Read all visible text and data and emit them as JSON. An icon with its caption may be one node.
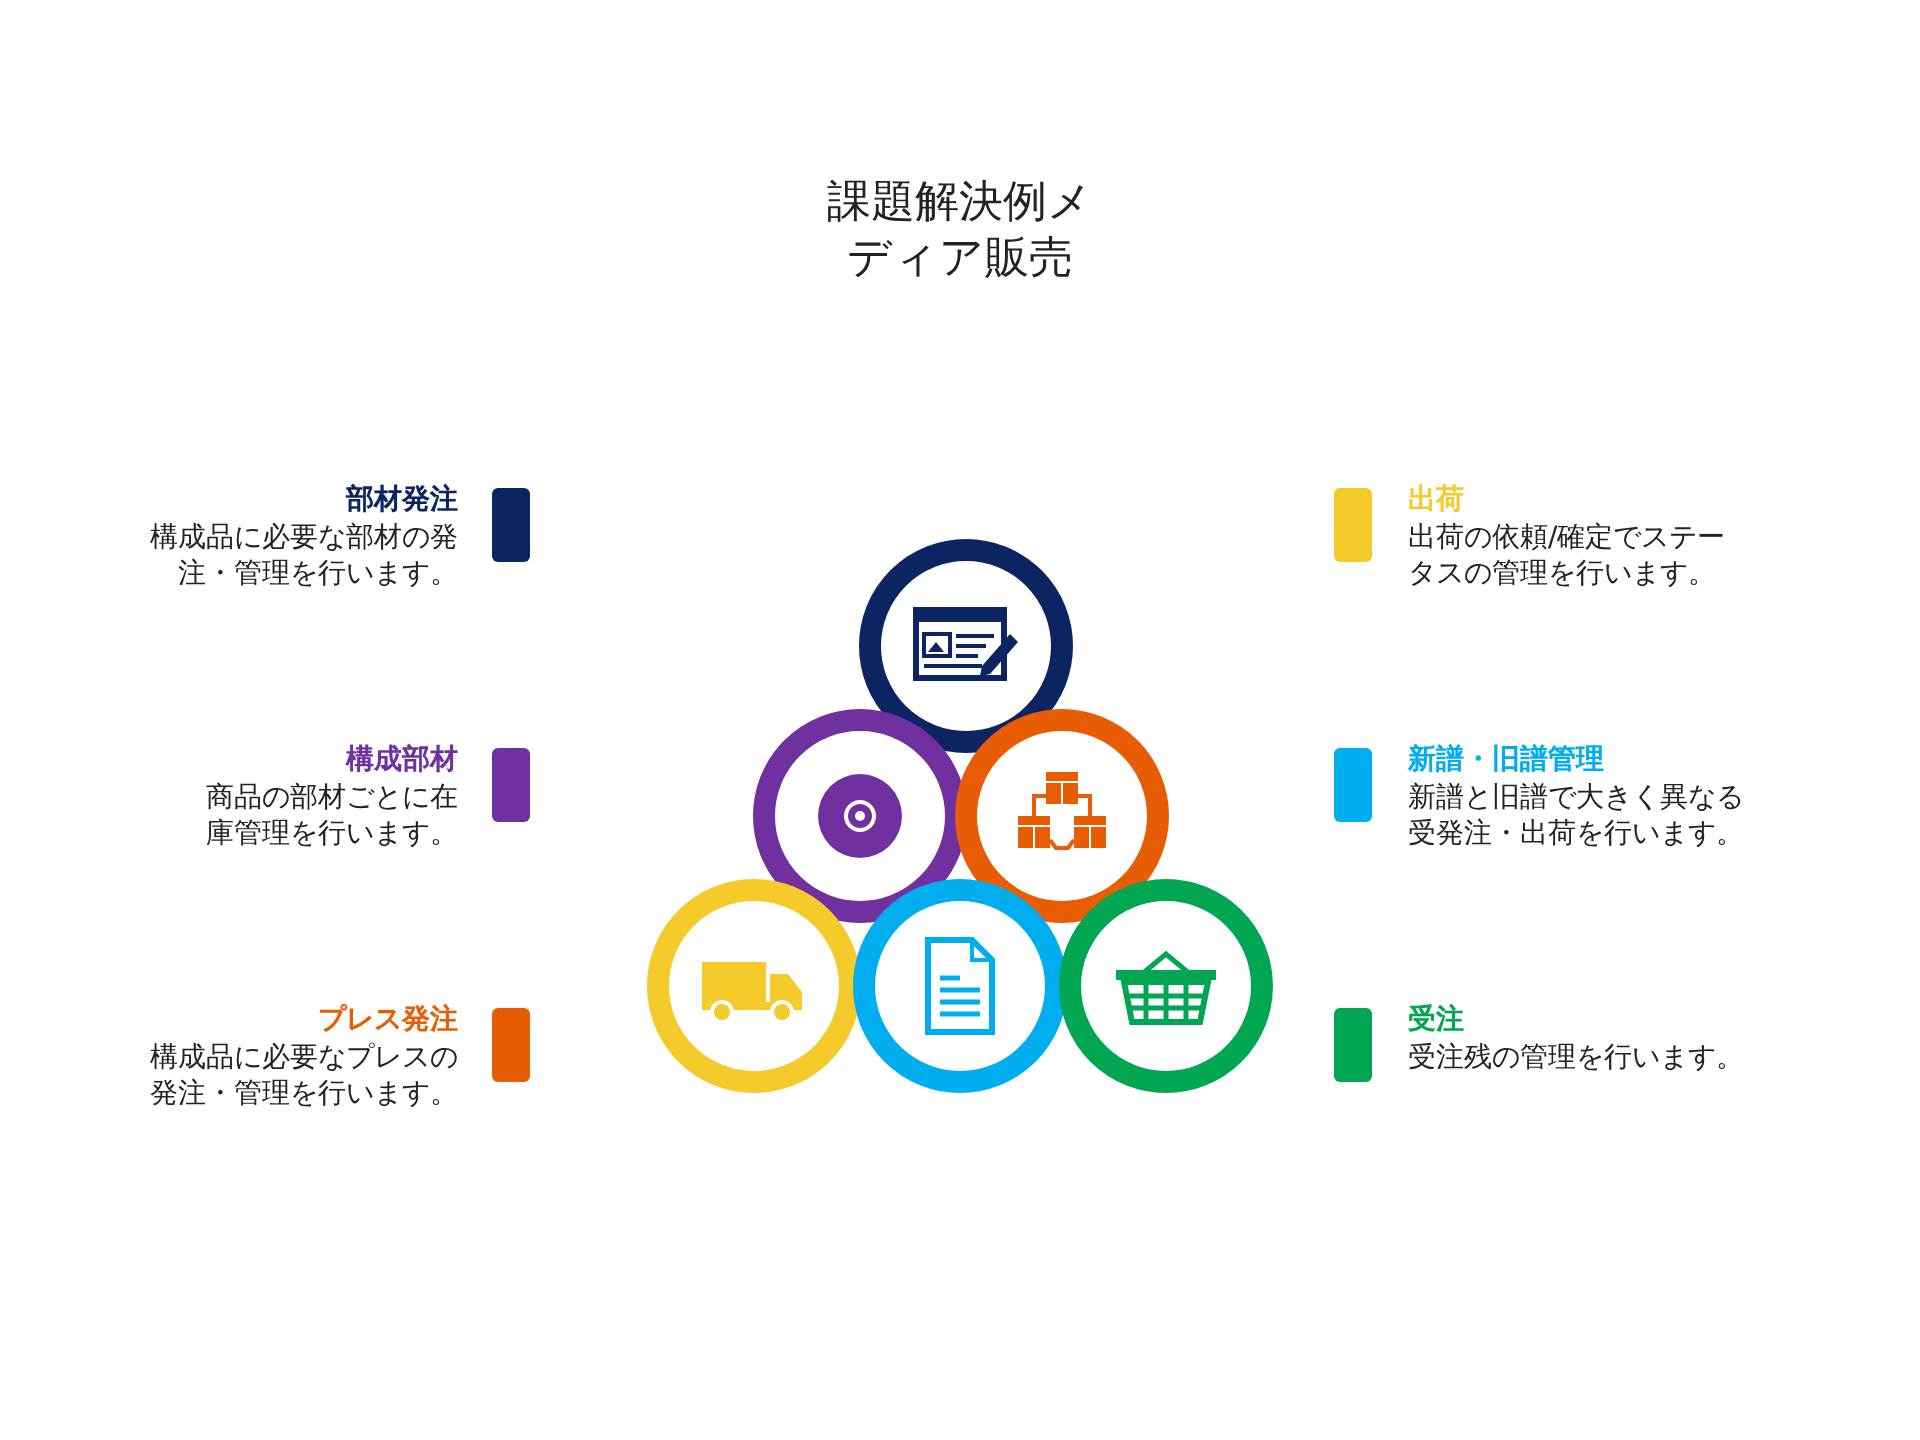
{
  "diagram": {
    "title": "課題解決例メディア販売",
    "labels": [
      "部材発注",
      "構成品に必要な部材の発注・管理を行います。",
      "出荷",
      "出荷の依頼/確定でステータスの管理を行います。",
      "構成部材",
      "商品の部材ごとに在庫管理を行います。",
      "新譜・旧譜管理",
      "新譜と旧譜で大きく異なる受発注・出荷を行います。",
      "プレス発注",
      "構成品に必要なプレスの発注・管理を行います。",
      "受注",
      "受注残の管理を行います。"
    ]
  }
}
